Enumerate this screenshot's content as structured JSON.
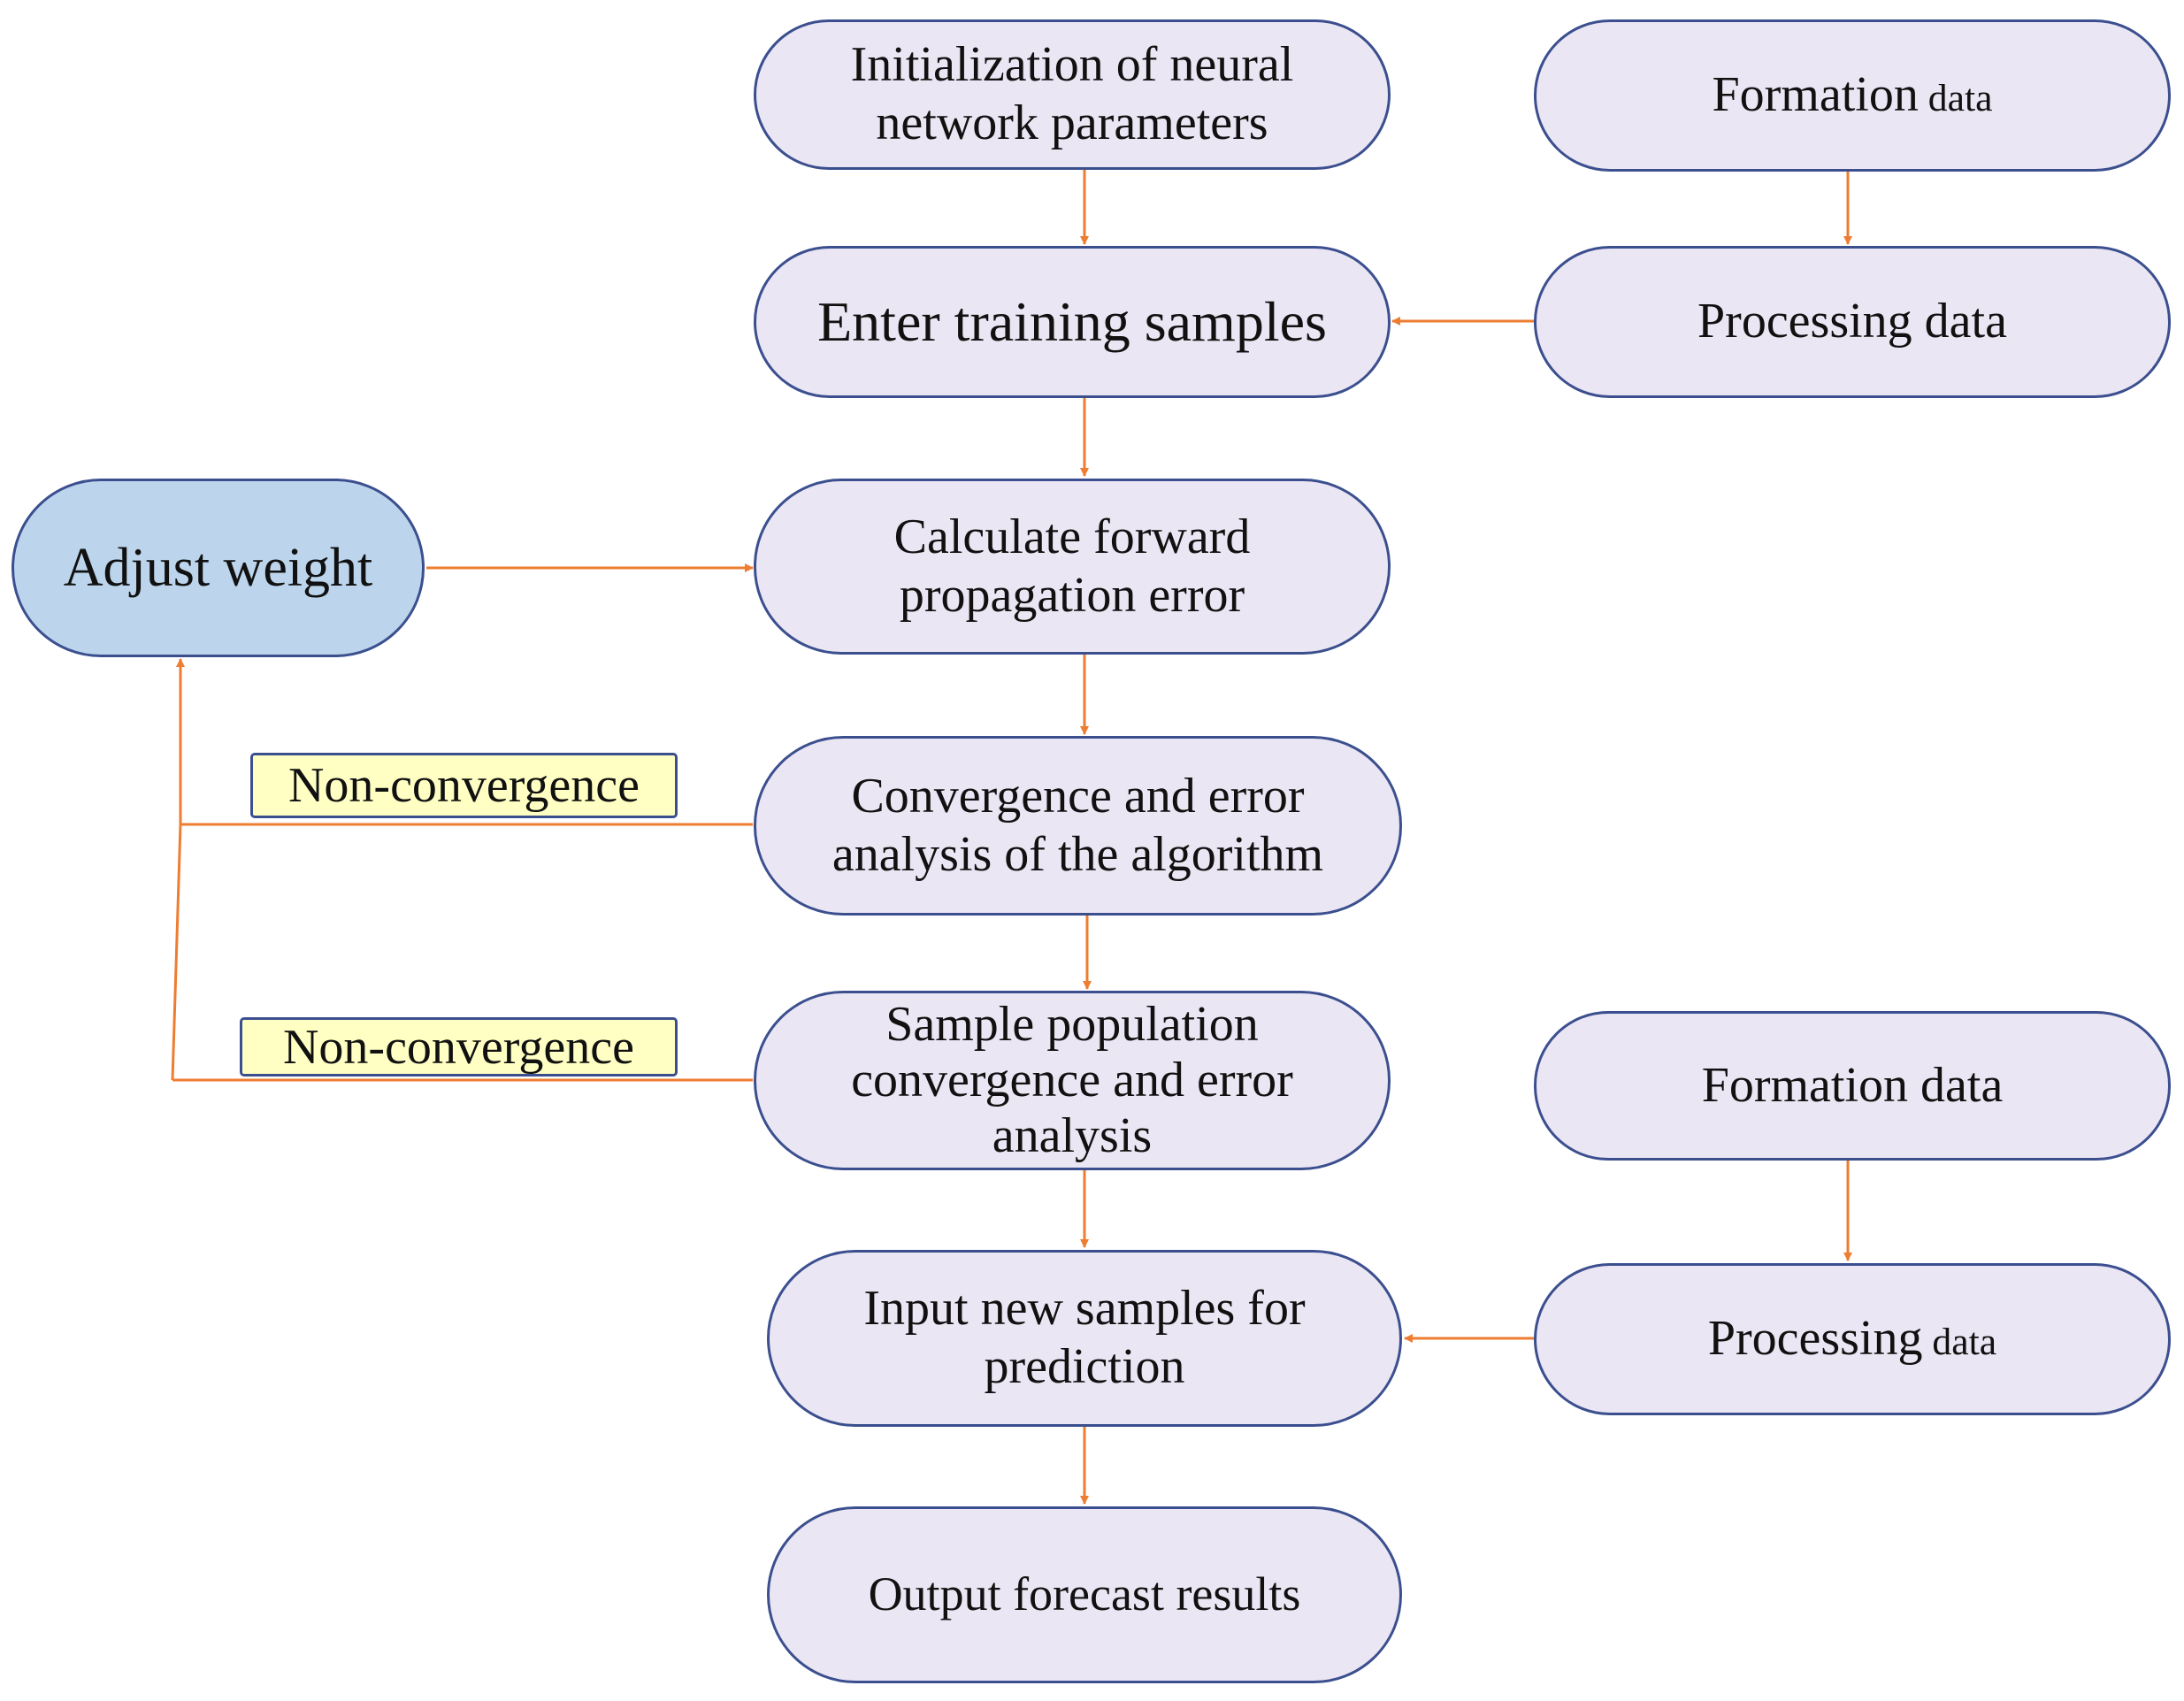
{
  "diagram": {
    "nodes": {
      "init_params": {
        "text": "Initialization of neural\nnetwork parameters"
      },
      "formation_1": {
        "main": "Formation",
        "small": " data"
      },
      "enter_samples": {
        "text": "Enter training samples"
      },
      "processing_1": {
        "text": "Processing data"
      },
      "adjust_weight": {
        "text": "Adjust weight"
      },
      "forward_error": {
        "text": "Calculate forward\npropagation error"
      },
      "convergence_algorithm": {
        "text": "Convergence and error\nanalysis of the algorithm"
      },
      "sample_population": {
        "text": "Sample population\nconvergence and error\nanalysis"
      },
      "formation_2": {
        "text": "Formation data"
      },
      "input_new_samples": {
        "text": "Input new samples for\nprediction"
      },
      "processing_2": {
        "main": "Processing",
        "small": " data"
      },
      "output_results": {
        "text": "Output forecast results"
      }
    },
    "labels": {
      "non_convergence_1": "Non-convergence",
      "non_convergence_2": "Non-convergence"
    },
    "colors": {
      "node_fill": "#ebe6f3",
      "node_border": "#3b4f8f",
      "highlight_fill": "#bcd5ec",
      "label_fill": "#ffffc4",
      "arrow": "#ed7d31"
    }
  }
}
